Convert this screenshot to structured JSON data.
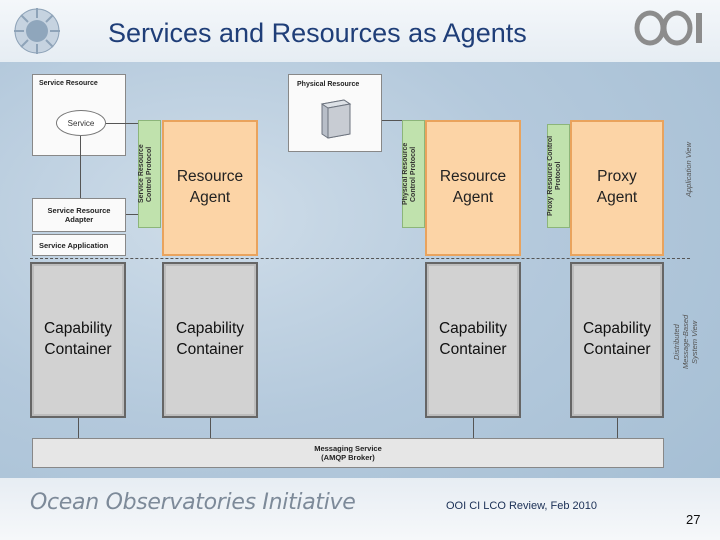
{
  "header": {
    "title": "Services and Resources as Agents"
  },
  "footer": {
    "organization": "Ocean Observatories Initiative",
    "event": "OOI CI LCO Review, Feb 2010",
    "page_number": "27"
  },
  "diagram": {
    "service_resource": "Service Resource",
    "service": "Service",
    "service_resource_adapter": "Service Resource\nAdapter",
    "service_application": "Service Application",
    "service_resource_control_protocol": "Service Resource\nControl Protocol",
    "physical_resource": "Physical Resource",
    "physical_resource_control_protocol": "Physical Resource\nControl Protocol",
    "proxy_resource_control_protocol": "Proxy Resource Control\nProtocol",
    "agents": [
      "Resource\nAgent",
      "Resource\nAgent",
      "Proxy\nAgent"
    ],
    "containers": [
      "Capability\nContainer",
      "Capability\nContainer",
      "Capability\nContainer",
      "Capability\nContainer"
    ],
    "messaging_service": "Messaging Service\n(AMQP Broker)",
    "application_view": "Application View",
    "system_view": "Distributed\nMessage-Based\nSystem View"
  },
  "colors": {
    "agent_fill": "#fcd4a6",
    "protocol_fill": "#c0e2ad",
    "title": "#1f3e78"
  }
}
